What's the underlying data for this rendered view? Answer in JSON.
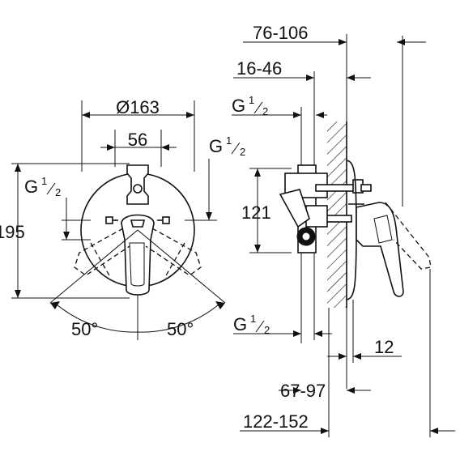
{
  "front_view": {
    "diameter": "Ø163",
    "width": "56",
    "inlet_top": {
      "g": "G",
      "num": "1",
      "den": "2"
    },
    "inlet_left": {
      "g": "G",
      "num": "1",
      "den": "2"
    },
    "height": "195",
    "angle_left": "50°",
    "angle_right": "50°"
  },
  "side_view": {
    "dim_top": "76-106",
    "dim_second": "16-46",
    "inlet_top": {
      "g": "G",
      "num": "1",
      "den": "2"
    },
    "height": "121",
    "inlet_bottom": {
      "g": "G",
      "num": "1",
      "den": "2"
    },
    "offset": "12",
    "dim_lower": "67-97",
    "dim_bottom": "122-152"
  },
  "colors": {
    "ink": "#111111",
    "paper": "#ffffff"
  }
}
